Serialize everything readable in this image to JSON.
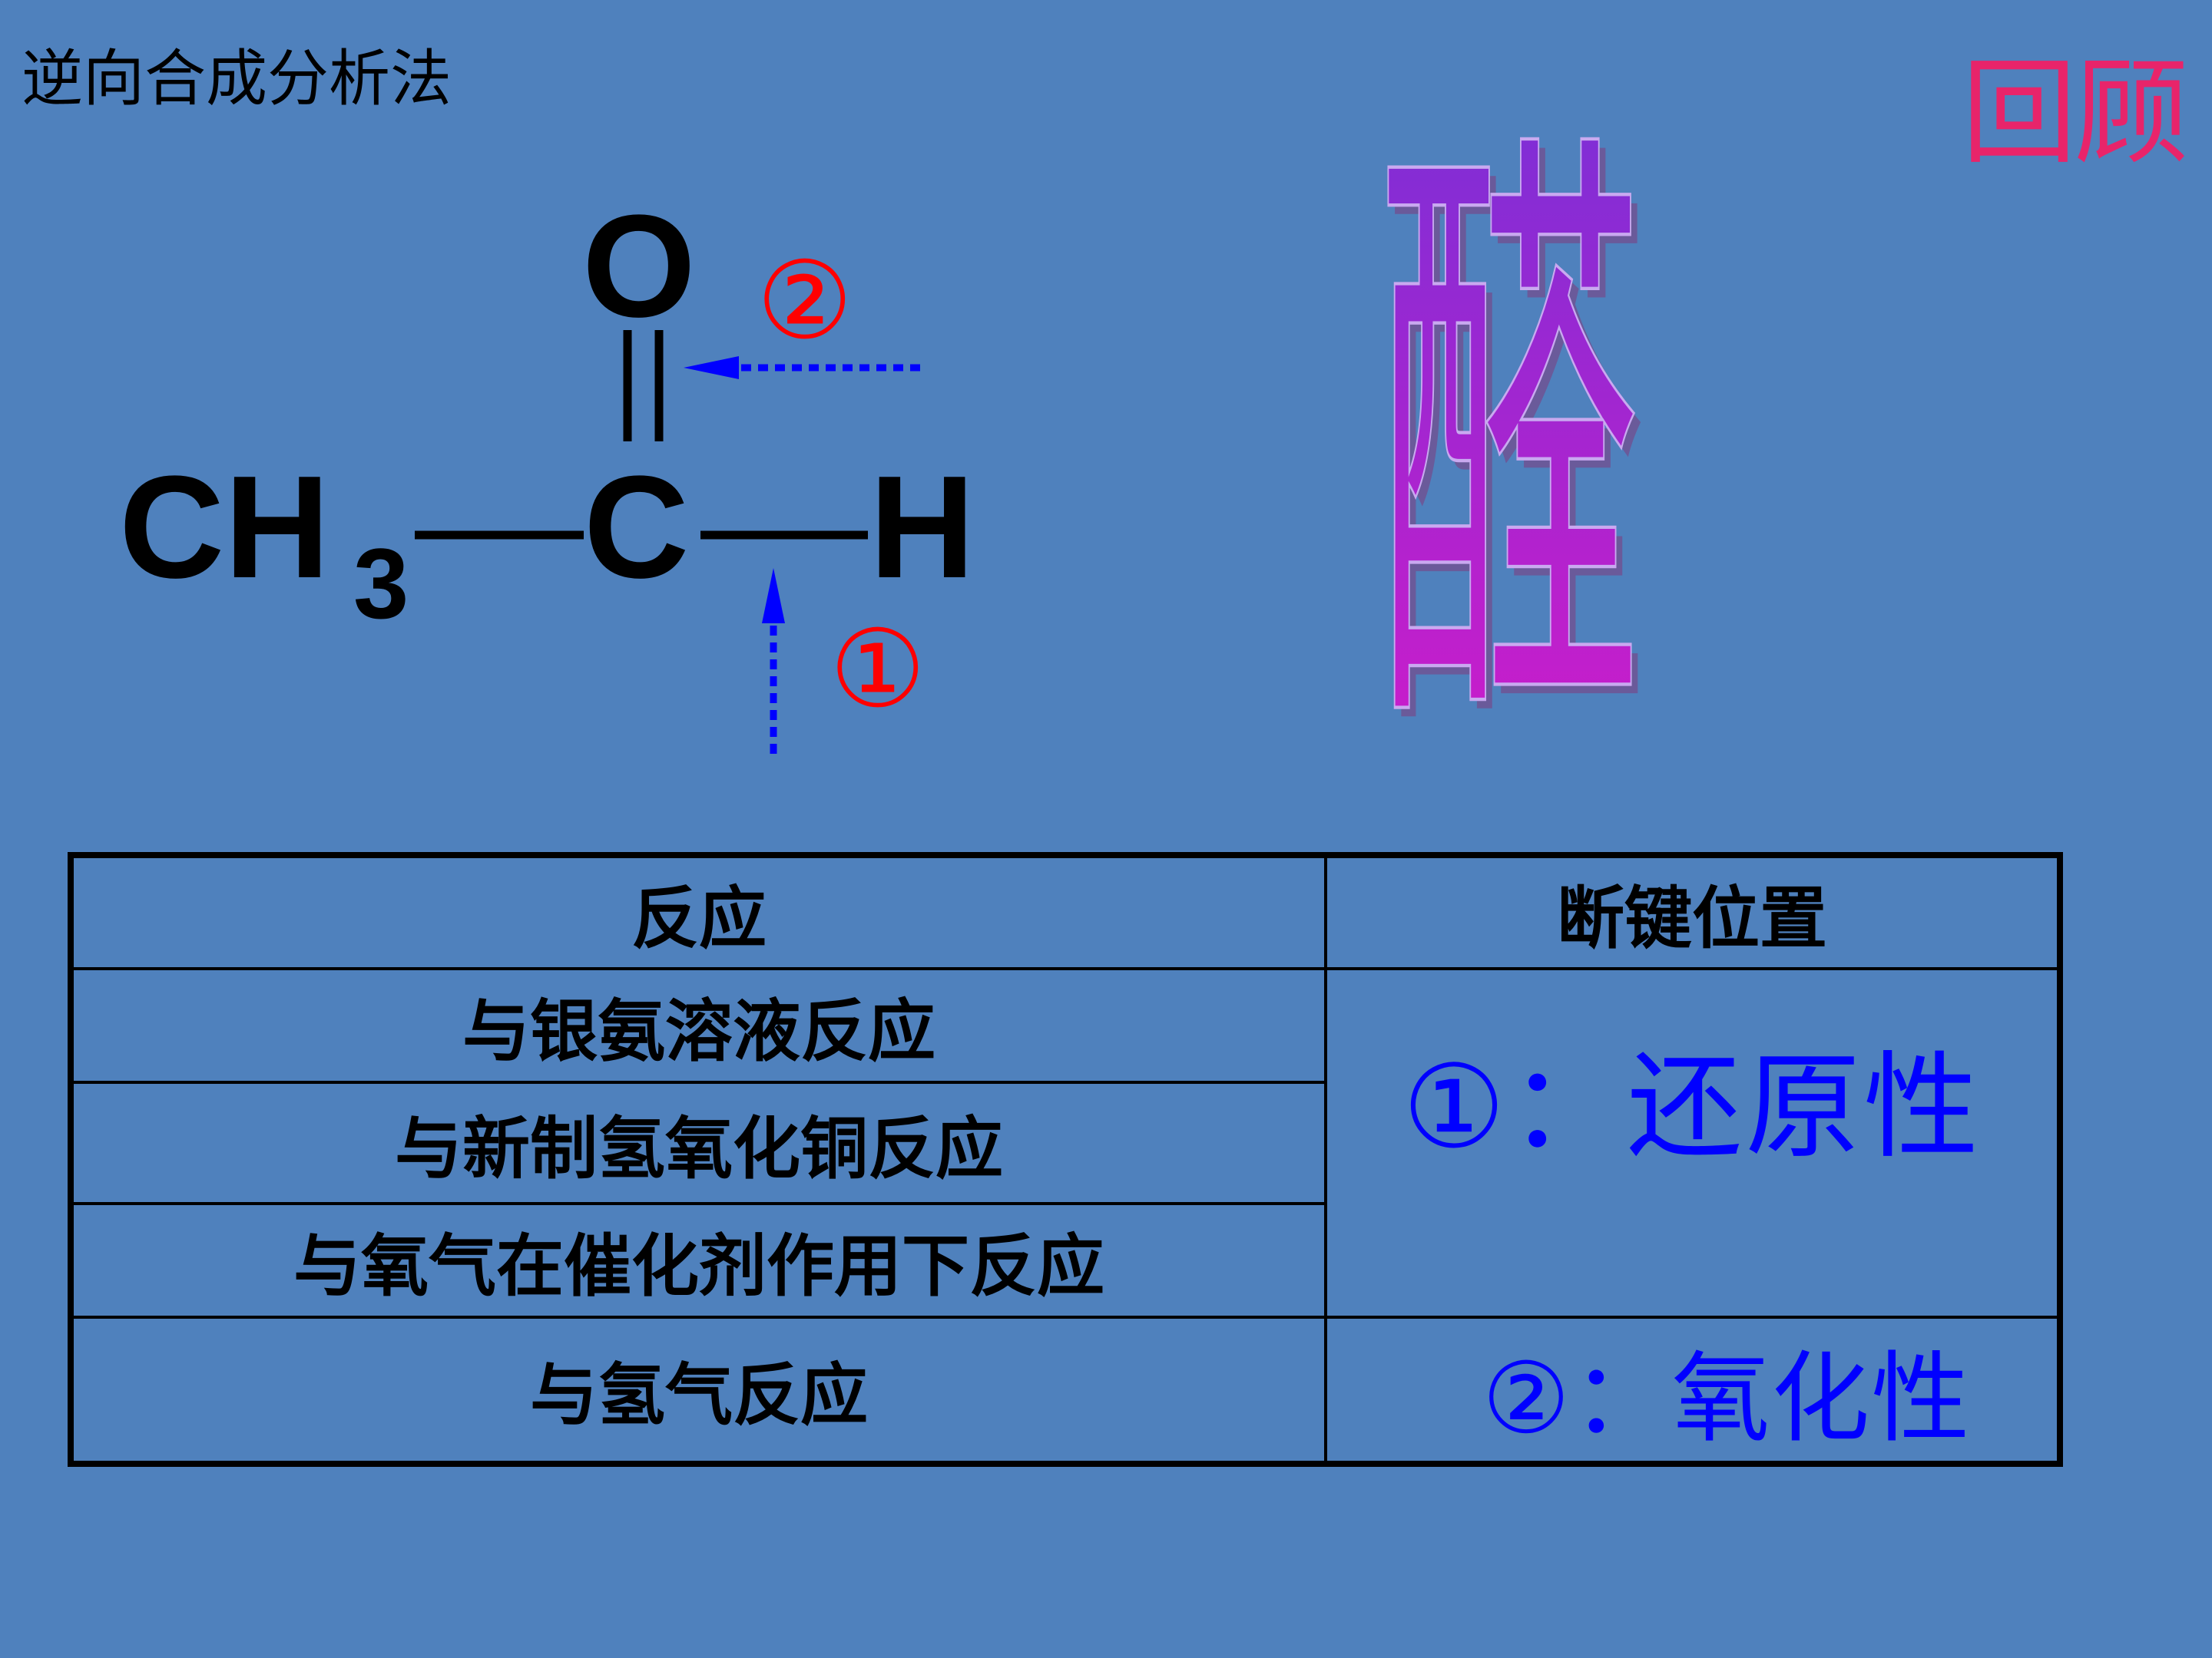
{
  "topic": "逆向合成分析法",
  "review": "回顾",
  "big_char": "醛",
  "molecule": {
    "o_atom": "O",
    "ch3": "CH",
    "ch3_sub": "3",
    "c_atom": "C",
    "h_atom": "H",
    "marker_1": "①",
    "marker_2": "②"
  },
  "table": {
    "headers": [
      "反应",
      "断键位置"
    ],
    "rows": [
      "与银氨溶液反应",
      "与新制氢氧化铜反应",
      "与氧气在催化剂作用下反应",
      "与氢气反应"
    ],
    "answer_1": "①：还原性",
    "answer_2": "②：氧化性"
  },
  "colors": {
    "background": "#4f81bd",
    "review": "#e8246a",
    "marker": "#ff0000",
    "arrow": "#0000ff",
    "answer": "#0000ff",
    "big_char_gradient": [
      "#7b2fd6",
      "#d21bc9"
    ]
  }
}
